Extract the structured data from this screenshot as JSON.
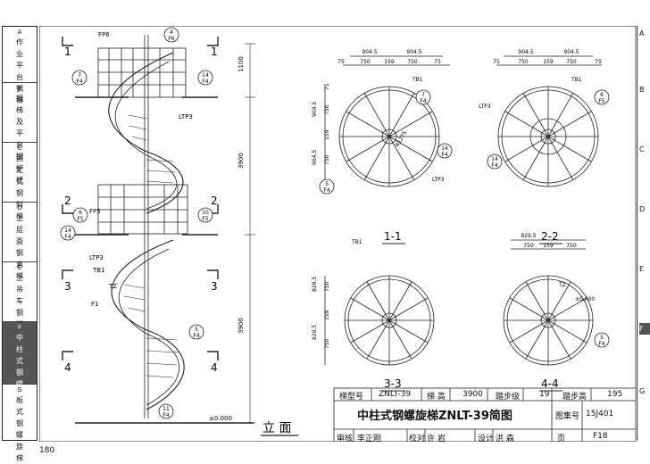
{
  "page_number": "180",
  "sidebar": [
    {
      "letter": "A",
      "label": "作业平台钢梯"
    },
    {
      "letter": "B",
      "label": "钢梯及平台钢护栏"
    },
    {
      "letter": "C",
      "label": "固定式钢斜梯"
    },
    {
      "letter": "D",
      "label": "上层面钢直梯"
    },
    {
      "letter": "E",
      "label": "上吊车钢梯"
    },
    {
      "letter": "F",
      "label": "中柱式钢螺旋梯"
    },
    {
      "letter": "G",
      "label": "板式钢螺旋梯"
    }
  ],
  "elevation": {
    "title": "立 面",
    "fp6": "FP6",
    "fp5": "FP5",
    "f1": "F1",
    "tz": "TZ",
    "tb1": "TB1",
    "ltp3": "LTP3",
    "dim_1100": "1100",
    "dim_3900a": "3900",
    "dim_3900b": "3900",
    "level": "±0.000",
    "sec": [
      "1",
      "2",
      "3",
      "4"
    ],
    "callouts": [
      {
        "num": "4",
        "ref": "F6"
      },
      {
        "num": "7",
        "ref": "F4"
      },
      {
        "num": "14",
        "ref": "F4"
      },
      {
        "num": "6",
        "ref": "F5"
      },
      {
        "num": "10",
        "ref": "F5"
      },
      {
        "num": "14",
        "ref": "F4"
      },
      {
        "num": "5",
        "ref": "F4"
      },
      {
        "num": "11",
        "ref": "F4"
      }
    ]
  },
  "plans": {
    "s11": {
      "title": "1-1",
      "d1": "904.5",
      "d2": "904.5",
      "a": "75",
      "b": "750",
      "c": "159",
      "d": "750",
      "e": "75",
      "tb1": "TB1",
      "ltp3": "LTP3",
      "r": "R1275",
      "v1": "904.5",
      "v2": "904.5",
      "v75a": "75",
      "v750a": "750",
      "v159": "159",
      "v750b": "750",
      "v75b": "75",
      "c1": {
        "num": "7",
        "ref": "F4"
      },
      "c2": {
        "num": "14",
        "ref": "F4"
      },
      "c3": {
        "num": "5",
        "ref": "F4"
      }
    },
    "s22": {
      "title": "2-2",
      "d1": "904.5",
      "d2": "904.5",
      "a": "75",
      "b": "750",
      "c": "159",
      "d": "750",
      "e": "75",
      "tb1": "TB1",
      "ltp3": "LTP3",
      "c1": {
        "num": "6",
        "ref": "F5"
      },
      "c2": {
        "num": "14",
        "ref": "F4"
      }
    },
    "s33": {
      "title": "3-3",
      "tb1": "TB1",
      "v1": "829.5",
      "v2": "829.5",
      "v750a": "750",
      "v159": "159",
      "v750b": "750"
    },
    "s44": {
      "title": "4-4",
      "d1": "829.5",
      "b": "750",
      "c": "159",
      "d": "750",
      "tz": "TZ",
      "level": "±0.000",
      "c1": {
        "num": "5",
        "ref": "F4"
      }
    }
  },
  "title_block": {
    "model_label": "梯型号",
    "model": "ZNLT-39",
    "height_label": "梯 高",
    "height": "3900",
    "steps_label": "踏步级",
    "steps": "19",
    "rise_label": "踏步高",
    "rise": "195",
    "drawing_title": "中柱式钢螺旋梯ZNLT-39简图",
    "atlas_label": "图集号",
    "atlas": "15J401",
    "review_label": "审核",
    "reviewer": "李正刚",
    "check_label": "校对",
    "checker": "许 岩",
    "design_label": "设计",
    "designer": "洪 森",
    "page_label": "页",
    "page": "F18"
  }
}
